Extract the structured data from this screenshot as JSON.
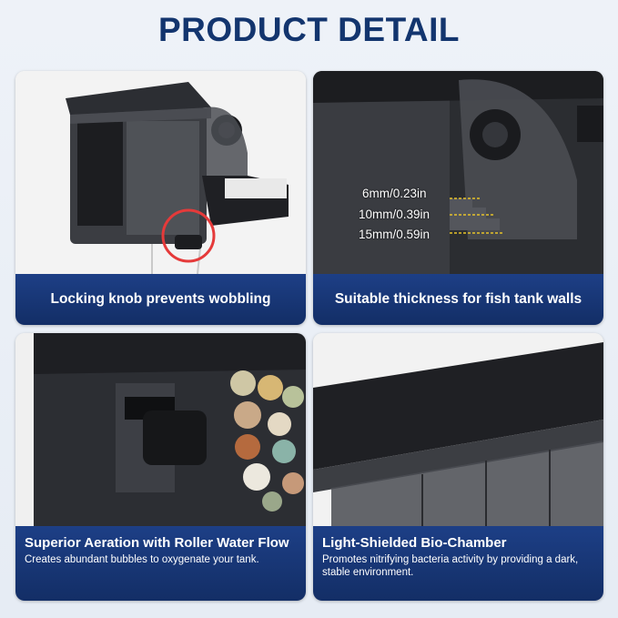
{
  "title": "PRODUCT DETAIL",
  "panels": [
    {
      "title": "Locking knob prevents wobbling"
    },
    {
      "title": "Suitable thickness for fish tank walls",
      "measurements": [
        "6mm/0.23in",
        "10mm/0.39in",
        "15mm/0.59in"
      ],
      "measure_line_color": "#e6c229"
    },
    {
      "title": "Superior Aeration with Roller Water Flow",
      "subtitle": "Creates abundant bubbles to oxygenate your tank."
    },
    {
      "title": "Light-Shielded Bio-Chamber",
      "subtitle": "Promotes nitrifying bacteria activity by providing a dark,  stable environment."
    }
  ],
  "colors": {
    "title": "#13356e",
    "bar": "#1d3f86",
    "highlight_circle": "#e53a3a"
  }
}
